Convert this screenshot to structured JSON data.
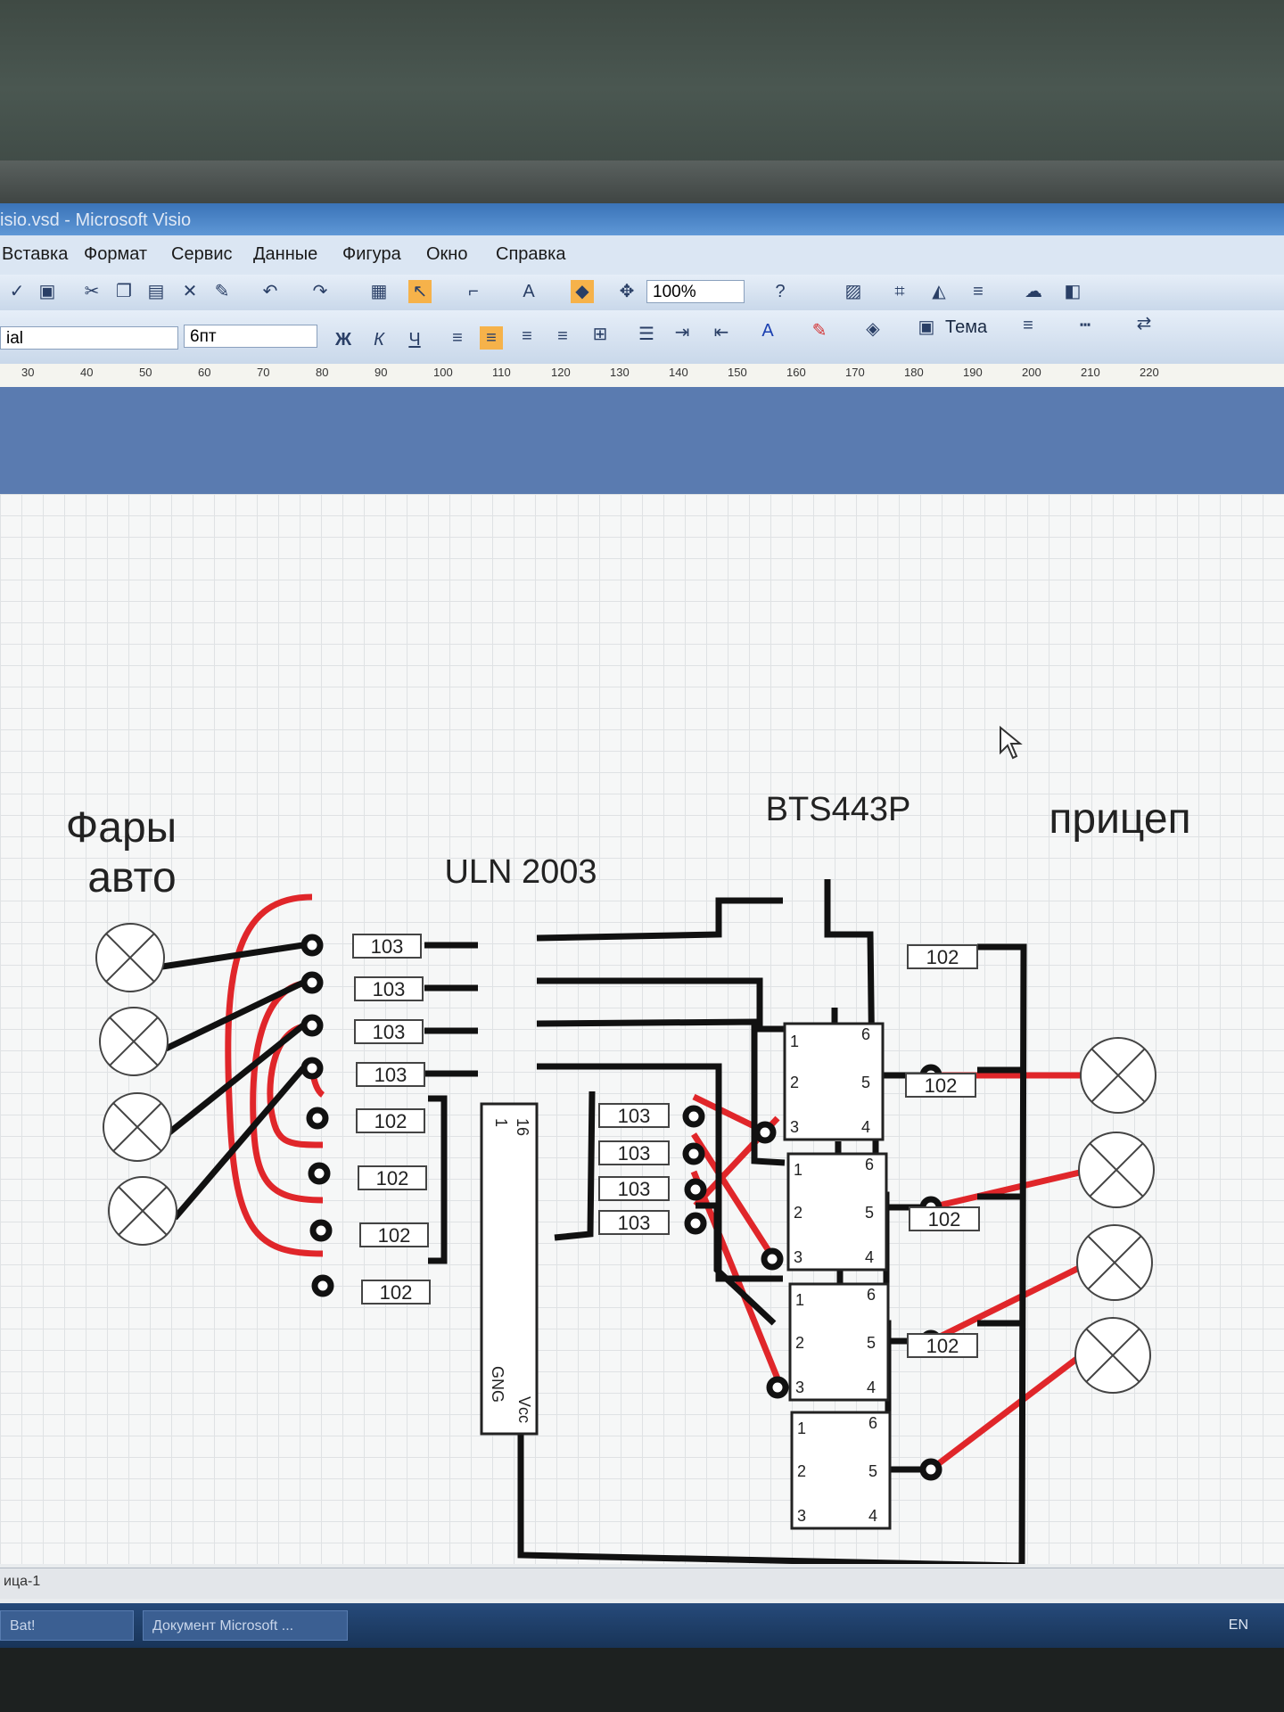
{
  "window": {
    "title": "isio.vsd - Microsoft Visio"
  },
  "menu": [
    "Вставка",
    "Формат",
    "Сервис",
    "Данные",
    "Фигура",
    "Окно",
    "Справка"
  ],
  "toolbar": {
    "zoom": "100%",
    "font_name": "ial",
    "font_size": "6пт",
    "theme_label": "Тема",
    "bold": "Ж",
    "italic": "К",
    "underline": "Ч"
  },
  "ruler": [
    "30",
    "40",
    "50",
    "60",
    "70",
    "80",
    "90",
    "100",
    "110",
    "120",
    "130",
    "140",
    "150",
    "160",
    "170",
    "180",
    "190",
    "200",
    "210",
    "220"
  ],
  "diagram": {
    "label_headlights_1": "Фары",
    "label_headlights_2": "авто",
    "label_uln": "ULN 2003",
    "label_bts": "BTS443P",
    "label_trailer": "прицеп",
    "uln_pin_16": "16",
    "uln_pin_1": "1",
    "uln_gnd": "GNG",
    "uln_vcc": "Vcc",
    "res_103": "103",
    "res_102": "102",
    "pin_1": "1",
    "pin_2": "2",
    "pin_3": "3",
    "pin_4": "4",
    "pin_5": "5",
    "pin_6": "6"
  },
  "status": {
    "page_tab": "ица-1",
    "task_1": "Bat!",
    "task_2": "Документ Microsoft ...",
    "lang": "EN"
  }
}
